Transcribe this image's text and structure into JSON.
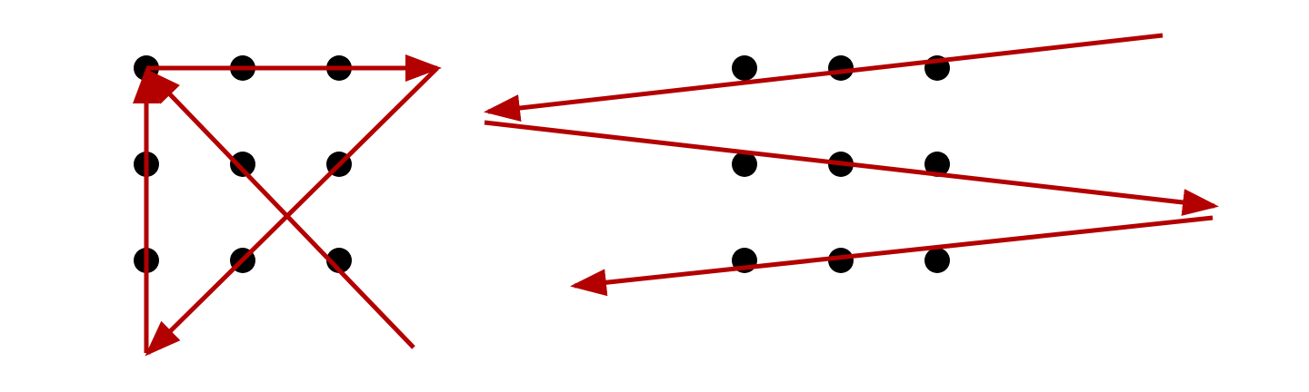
{
  "colors": {
    "background": "#ffffff",
    "dot": "#000000",
    "arrow": "#b30000"
  },
  "panels": [
    {
      "id": "panel-left",
      "description_name": "nine-dot-solution-four-lines",
      "grid": {
        "rows": 3,
        "cols": 3
      },
      "arrow_count": 4
    },
    {
      "id": "panel-right",
      "description_name": "nine-dot-solution-three-lines",
      "grid": {
        "rows": 3,
        "cols": 3
      },
      "arrow_count": 3
    }
  ]
}
